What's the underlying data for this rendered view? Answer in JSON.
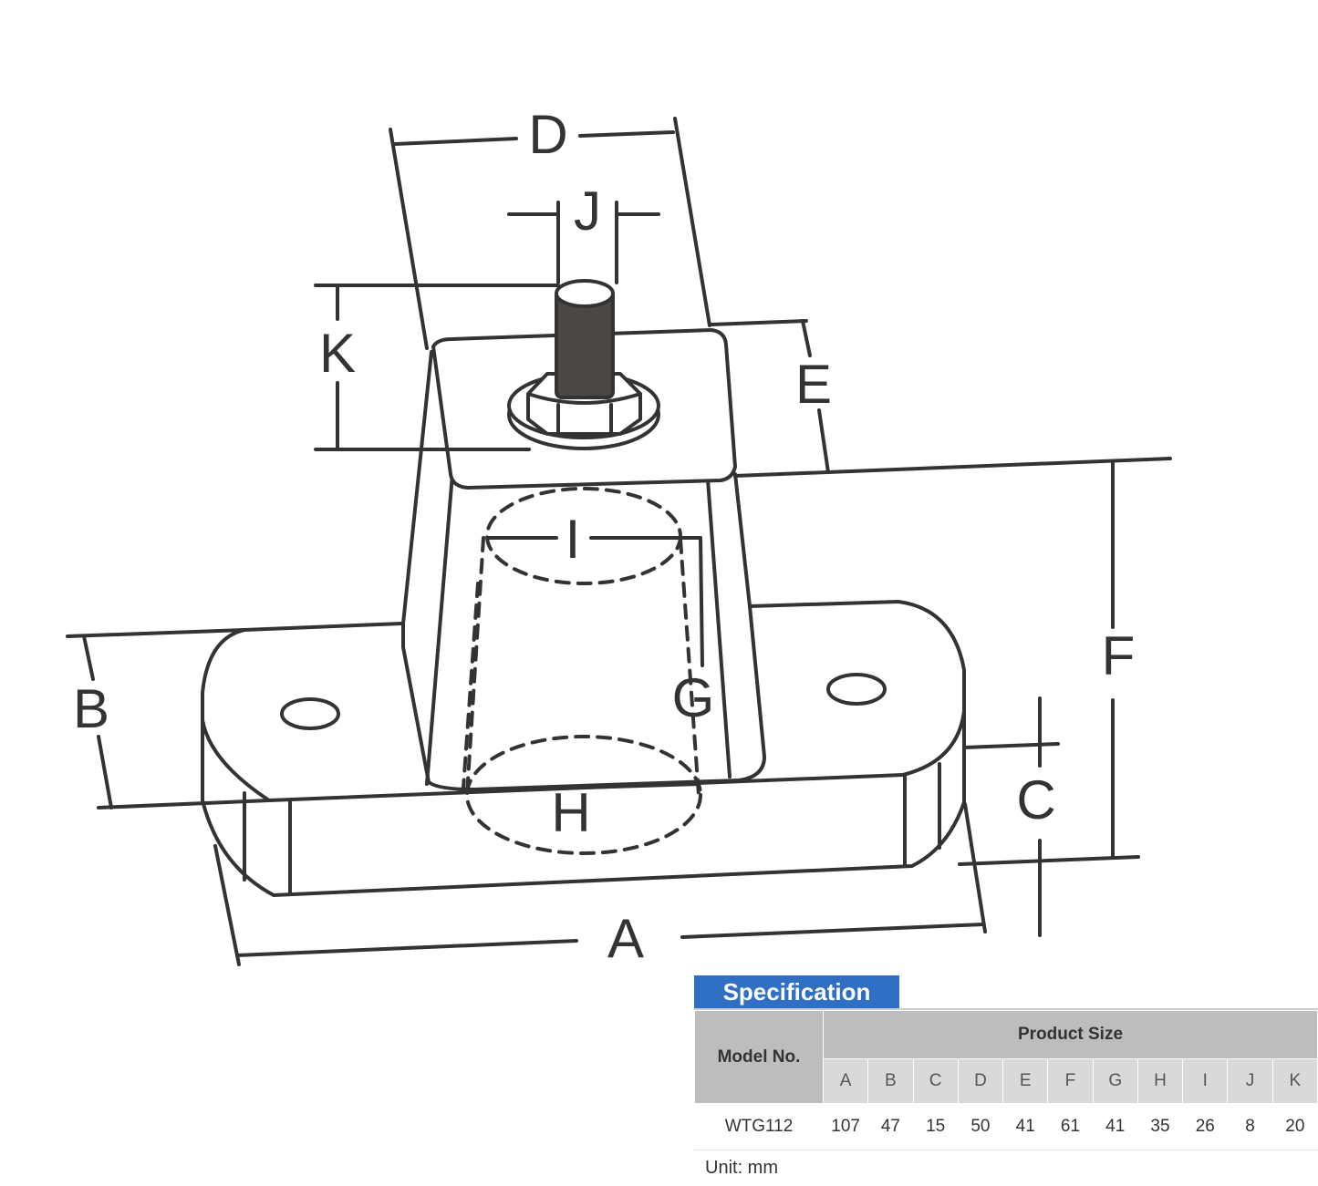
{
  "dimension_labels": {
    "A": "A",
    "B": "B",
    "C": "C",
    "D": "D",
    "E": "E",
    "F": "F",
    "G": "G",
    "H": "H",
    "I": "I",
    "J": "J",
    "K": "K"
  },
  "spec": {
    "title": "Specification",
    "model_header": "Model No.",
    "size_header": "Product Size",
    "columns": [
      "A",
      "B",
      "C",
      "D",
      "E",
      "F",
      "G",
      "H",
      "I",
      "J",
      "K"
    ],
    "rows": [
      {
        "model": "WTG112",
        "values": [
          "107",
          "47",
          "15",
          "50",
          "41",
          "61",
          "41",
          "35",
          "26",
          "8",
          "20"
        ]
      }
    ],
    "unit": "Unit: mm"
  },
  "colors": {
    "line": "#333333",
    "stud": "#4a4744",
    "header_blue": "#2f6fc4",
    "table_header": "#bdbdbd",
    "table_subheader": "#d9d9d9"
  },
  "icons": [
    "mount-drawing"
  ]
}
